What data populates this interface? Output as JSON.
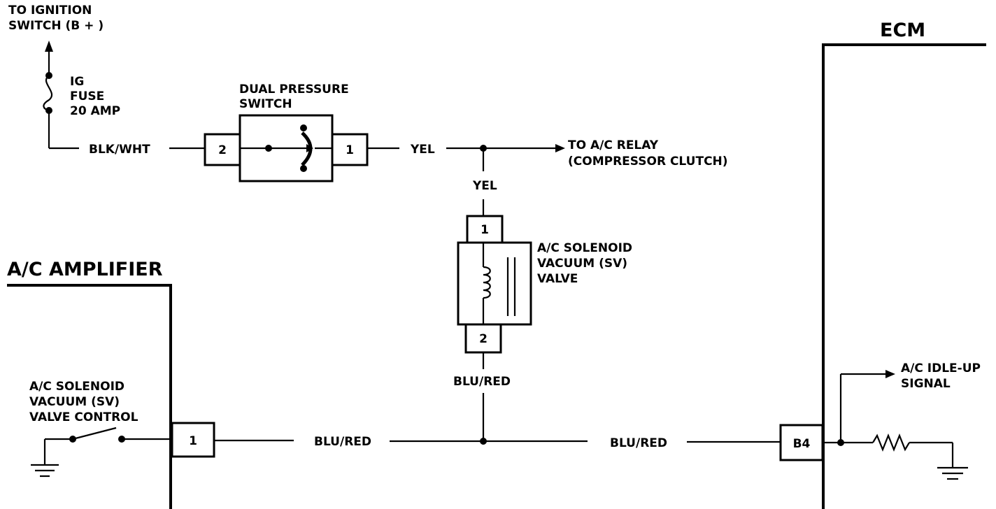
{
  "top": {
    "ignition_line1": "TO IGNITION",
    "ignition_line2": "SWITCH (B + )",
    "fuse_line1": "IG",
    "fuse_line2": "FUSE",
    "fuse_line3": "20 AMP",
    "wire_blk_wht": "BLK/WHT",
    "dps_line1": "DUAL PRESSURE",
    "dps_line2": "SWITCH",
    "dps_pin_left": "2",
    "dps_pin_right": "1",
    "wire_yel_1": "YEL",
    "relay_line1": "TO A/C RELAY",
    "relay_line2": "(COMPRESSOR CLUTCH)",
    "wire_yel_2": "YEL"
  },
  "solenoid": {
    "pin_top": "1",
    "pin_bottom": "2",
    "line1": "A/C SOLENOID",
    "line2": "VACUUM (SV)",
    "line3": "VALVE",
    "wire_below": "BLU/RED"
  },
  "amplifier": {
    "title": "A/C AMPLIFIER",
    "ctrl_line1": "A/C SOLENOID",
    "ctrl_line2": "VACUUM (SV)",
    "ctrl_line3": "VALVE CONTROL",
    "pin": "1"
  },
  "bottom": {
    "wire_left": "BLU/RED",
    "wire_right": "BLU/RED"
  },
  "ecm": {
    "title": "ECM",
    "pin": "B4",
    "idle_line1": "A/C IDLE-UP",
    "idle_line2": "SIGNAL"
  }
}
